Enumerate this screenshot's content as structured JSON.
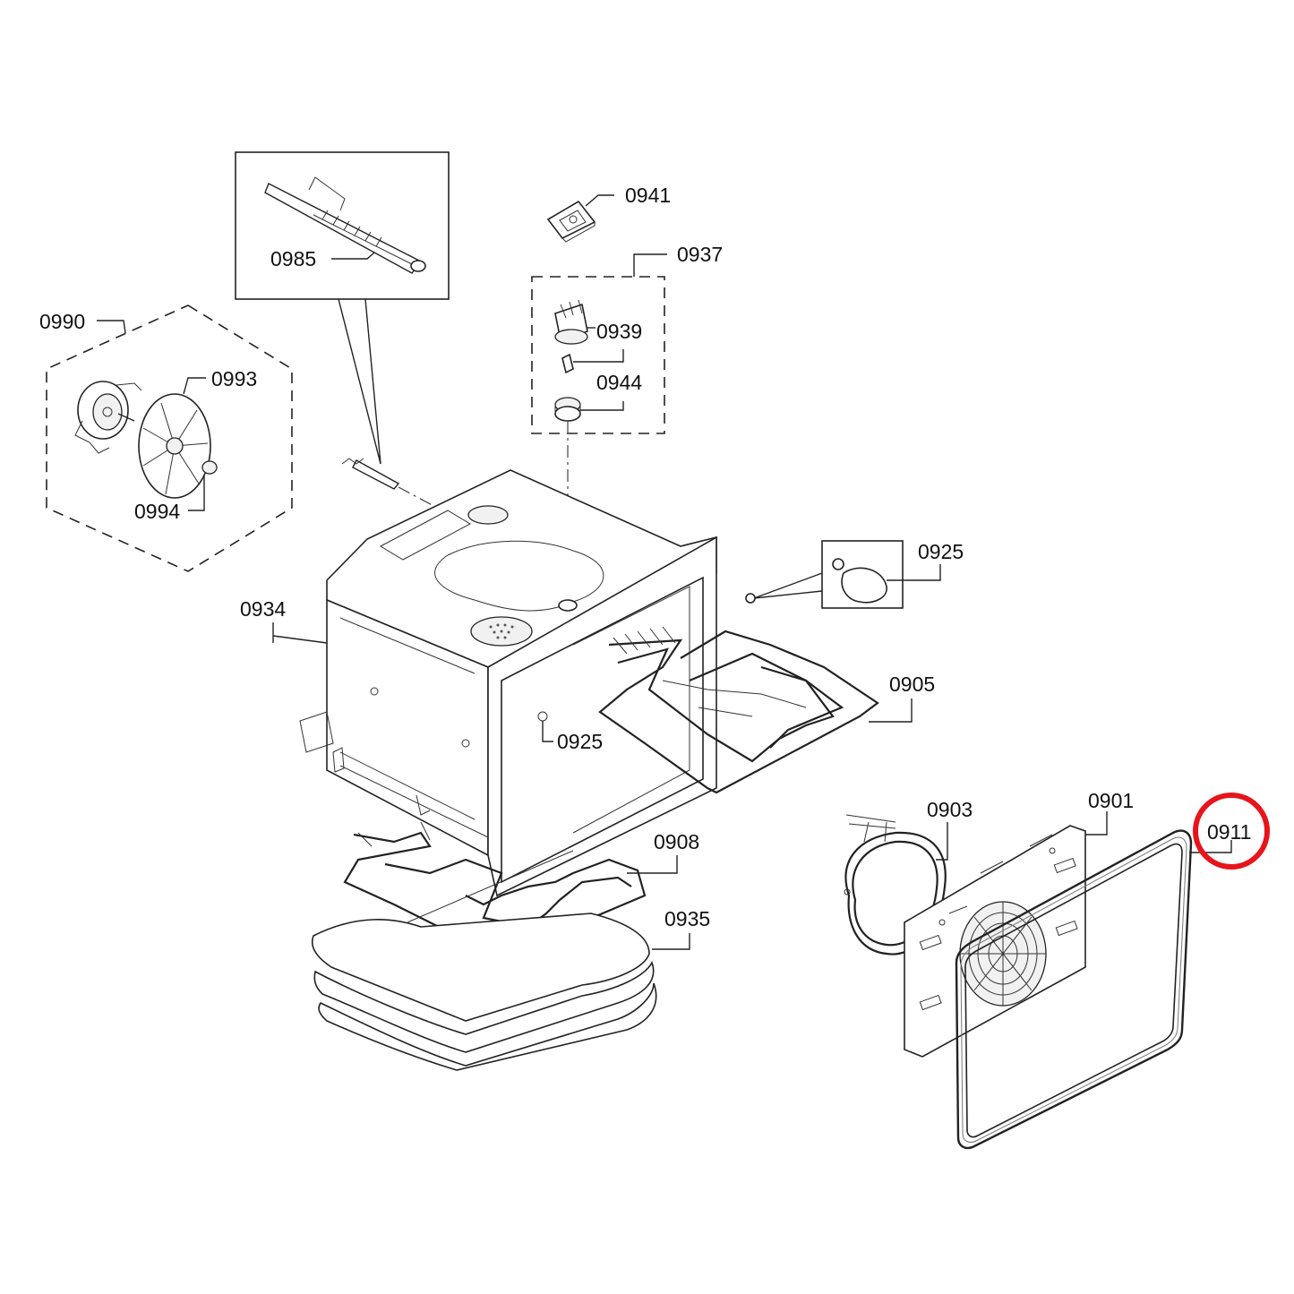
{
  "diagram": {
    "labels": {
      "p0985": "0985",
      "p0941": "0941",
      "p0937": "0937",
      "p0939": "0939",
      "p0944": "0944",
      "p0990": "0990",
      "p0993": "0993",
      "p0994": "0994",
      "p0934": "0934",
      "p0925a": "0925",
      "p0925b": "0925",
      "p0905": "0905",
      "p0903": "0903",
      "p0901": "0901",
      "p0911": "0911",
      "p0908": "0908",
      "p0935": "0935"
    },
    "highlighted_part": "0911",
    "highlight_color": "#e8141b"
  }
}
